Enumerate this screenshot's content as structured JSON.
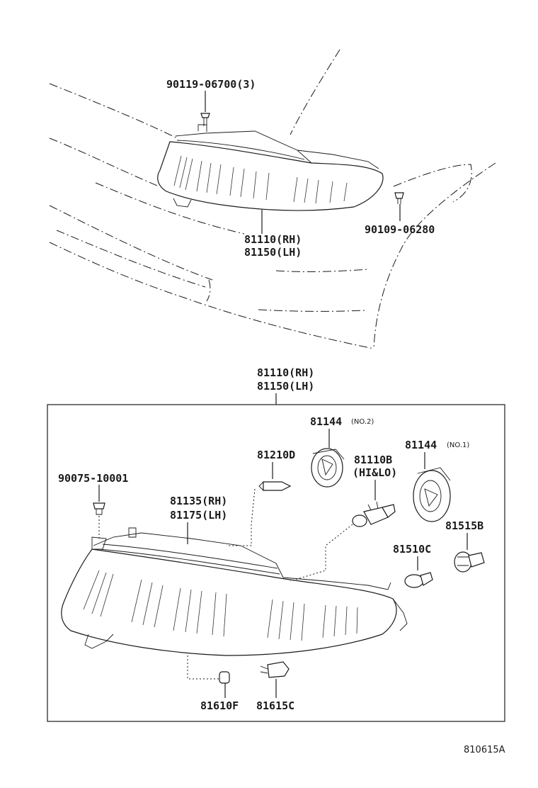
{
  "diagram": {
    "top_view": {
      "bolt_label": "90119-06700(3)",
      "screw_label": "90109-06280",
      "assembly_rh": "81110(RH)",
      "assembly_lh": "81150(LH)"
    },
    "exploded": {
      "assembly_rh": "81110(RH)",
      "assembly_lh": "81150(LH)",
      "parts": {
        "socket_no2": {
          "number": "81144",
          "note": "(NO.2)"
        },
        "socket_no1": {
          "number": "81144",
          "note": "(NO.1)"
        },
        "bulb_d": "81210D",
        "bulb_hilo": {
          "number": "81110B",
          "note": "(HI&LO)"
        },
        "grommet": "90075-10001",
        "lens_rh": "81135(RH)",
        "lens_lh": "81175(LH)",
        "socket_b": "81515B",
        "bulb_c": "81510C",
        "bulb_f": "81610F",
        "socket_c": "81615C"
      }
    },
    "figure_code": "810615A"
  }
}
